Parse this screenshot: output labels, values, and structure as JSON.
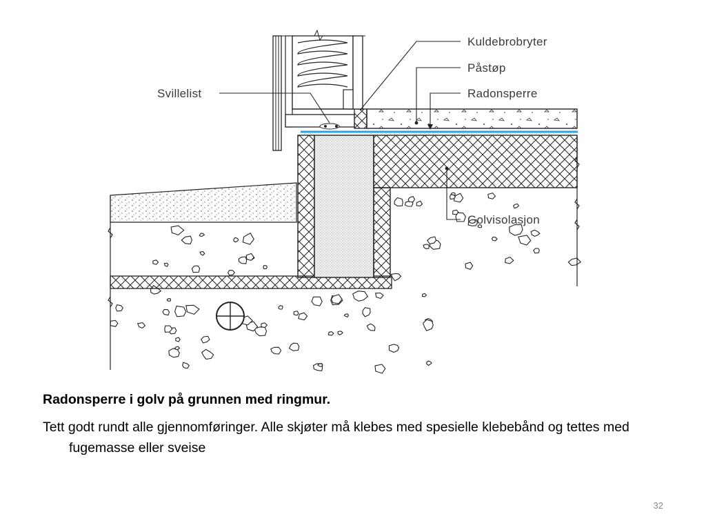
{
  "diagram": {
    "labels": {
      "kuldebrobryter": "Kuldebrobryter",
      "pastop": "Påstøp",
      "radonsperre": "Radonsperre",
      "svillelist": "Svillelist",
      "golvisolasjon": "Golvisolasjon"
    },
    "colors": {
      "line": "#222222",
      "radon_membrane": "#2aa3e6",
      "label_text": "#3a3a3a",
      "wall_fill": "#eeeeee"
    }
  },
  "caption": {
    "title": "Radonsperre i golv på grunnen med ringmur.",
    "body": "Tett godt rundt alle gjennomføringer. Alle skjøter må klebes med spesielle klebebånd og tettes med fugemasse eller sveise"
  },
  "slide": {
    "number": "32"
  }
}
